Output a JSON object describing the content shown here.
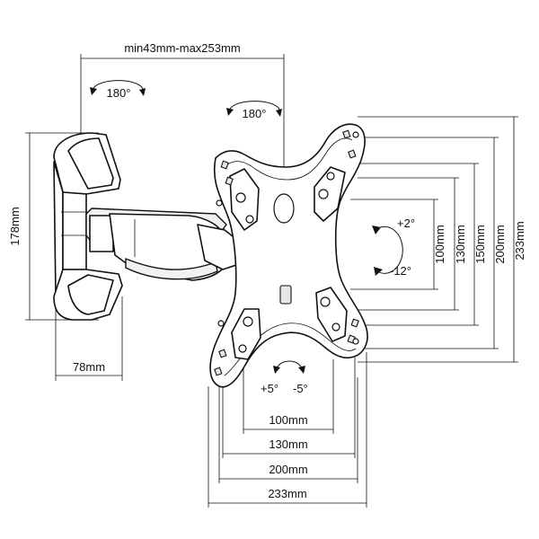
{
  "dimensions": {
    "arm_extension": "min43mm-max253mm",
    "wall_plate_height": "178mm",
    "wall_plate_depth": "78mm",
    "vertical": [
      "100mm",
      "130mm",
      "150mm",
      "200mm",
      "233mm"
    ],
    "horizontal": [
      "100mm",
      "130mm",
      "200mm",
      "233mm"
    ]
  },
  "rotations": {
    "arm_swivel": "180°",
    "plate_swivel": "180°",
    "tilt_up": "+2°",
    "tilt_down": "-12°",
    "level_plus": "+5°",
    "level_minus": "-5°"
  }
}
